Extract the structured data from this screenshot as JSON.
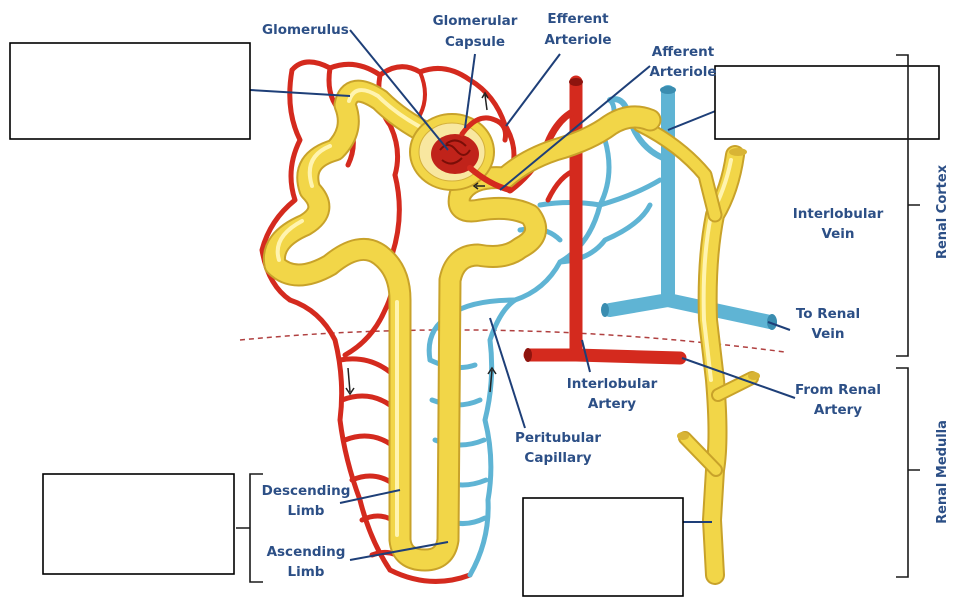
{
  "labels": {
    "glomerulus": "Glomerulus",
    "glomerular_capsule_line1": "Glomerular",
    "glomerular_capsule_line2": "Capsule",
    "efferent_line1": "Efferent",
    "efferent_line2": "Arteriole",
    "afferent_line1": "Afferent",
    "afferent_line2": "Arteriole",
    "interlobular_vein_line1": "Interlobular",
    "interlobular_vein_line2": "Vein",
    "to_renal_vein_line1": "To Renal",
    "to_renal_vein_line2": "Vein",
    "from_renal_artery_line1": "From Renal",
    "from_renal_artery_line2": "Artery",
    "interlobular_artery_line1": "Interlobular",
    "interlobular_artery_line2": "Artery",
    "peritubular_line1": "Peritubular",
    "peritubular_line2": "Capillary",
    "descending_line1": "Descending",
    "descending_line2": "Limb",
    "ascending_line1": "Ascending",
    "ascending_line2": "Limb",
    "renal_cortex": "Renal Cortex",
    "renal_medulla": "Renal Medulla"
  },
  "colors": {
    "artery": "#d42a1e",
    "vein": "#5fb4d4",
    "tubule": "#f2d648",
    "label_text": "#2c4f86"
  }
}
